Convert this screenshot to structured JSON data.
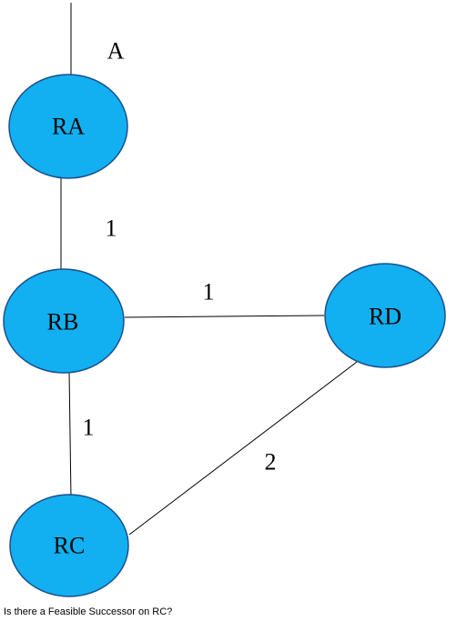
{
  "colors": {
    "node_fill": "#12b0f0",
    "node_stroke": "#1a4f8f",
    "link": "#000000"
  },
  "network": {
    "label": "A"
  },
  "nodes": {
    "ra": {
      "label": "RA"
    },
    "rb": {
      "label": "RB"
    },
    "rc": {
      "label": "RC"
    },
    "rd": {
      "label": "RD"
    }
  },
  "links": {
    "ra_rb": {
      "cost": "1"
    },
    "rb_rd": {
      "cost": "1"
    },
    "rb_rc": {
      "cost": "1"
    },
    "rc_rd": {
      "cost": "2"
    }
  },
  "caption": "Is there a Feasible Successor on RC?"
}
